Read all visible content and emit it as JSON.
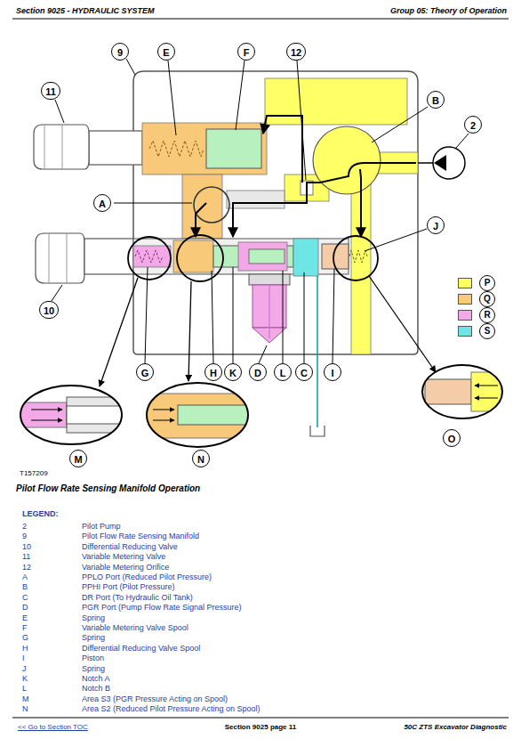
{
  "diagram": {
    "caption": "Pilot Flow Rate Sensing Manifold Operation",
    "nodes": [
      {
        "text": [
          "9"
        ]
      },
      {
        "text": [
          "E"
        ]
      },
      {
        "text": [
          "F"
        ]
      },
      {
        "text": [
          "12"
        ]
      },
      {
        "text": [
          "11"
        ]
      },
      {
        "text": [
          "B"
        ]
      },
      {
        "text": [
          "2"
        ]
      },
      {
        "text": [
          "A"
        ]
      },
      {
        "text": [
          "J"
        ]
      },
      {
        "text": [
          "10"
        ]
      },
      {
        "text": [
          "G"
        ]
      },
      {
        "text": [
          "H"
        ]
      },
      {
        "text": [
          "K"
        ]
      },
      {
        "text": [
          "D"
        ]
      },
      {
        "text": [
          "L"
        ]
      },
      {
        "text": [
          "C"
        ]
      },
      {
        "text": [
          "I"
        ]
      },
      {
        "text": [
          "O"
        ]
      },
      {
        "text": [
          "M"
        ]
      },
      {
        "text": [
          "N"
        ]
      }
    ],
    "labels": [
      "Section 9025 - HYDRAULIC SYSTEM",
      "Group 05: Theory of Operation",
      "T157209",
      "LEGEND:",
      "2",
      "Pilot Pump",
      "9",
      "Pilot Flow Rate Sensing Manifold",
      "10",
      "Differential Reducing Valve",
      "11",
      "Variable Metering Valve",
      "12",
      "Variable Metering Orifice",
      "A",
      "PPLO Port (Reduced Pilot Pressure)",
      "B",
      "PPHI Port (Pilot Pressure)",
      "C",
      "DR Port (To Hydraulic Oil Tank)",
      "D",
      "PGR Port (Pump Flow Rate Signal Pressure)",
      "E",
      "Spring",
      "F",
      "Variable Metering Valve Spool",
      "G",
      "Spring",
      "H",
      "Differential Reducing Valve Spool",
      "I",
      "Piston",
      "J",
      "Spring",
      "K",
      "Notch A",
      "L",
      "Notch B",
      "M",
      "Area S3 (PGR Pressure Acting on Spool)",
      "N",
      "Area S2 (Reduced Pilot Pressure Acting on Spool)",
      "<< Go to Section TOC",
      "Section 9025 page 11",
      "50C ZTS Excavator Diagnostic"
    ],
    "legend": [
      {
        "text": "P",
        "color": "#ffff66"
      },
      {
        "text": "Q",
        "color": "#f7c978"
      },
      {
        "text": "R",
        "color": "#f3a8e8"
      },
      {
        "text": "S",
        "color": "#6ee6e6"
      }
    ]
  }
}
